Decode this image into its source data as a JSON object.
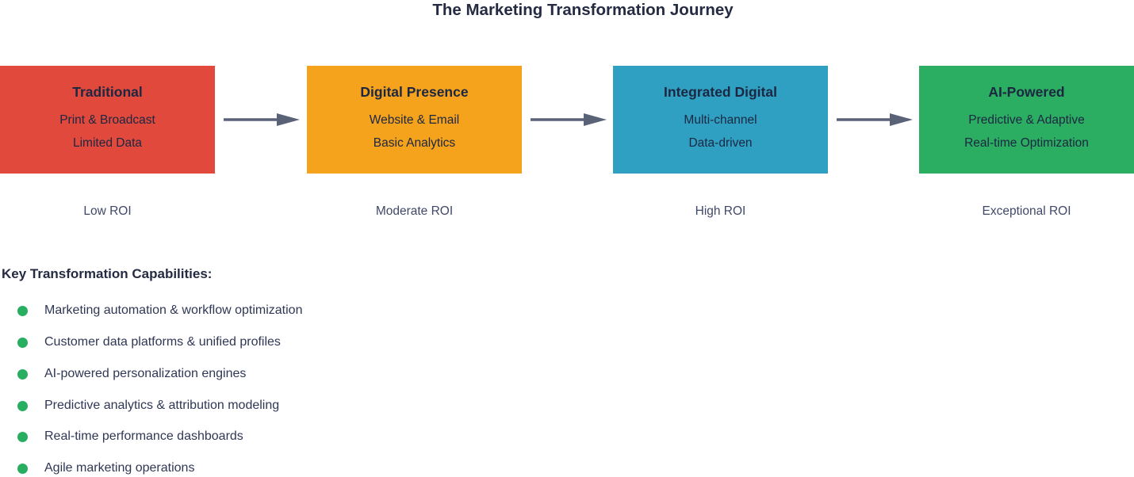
{
  "title": "The Marketing Transformation Journey",
  "stages": [
    {
      "name": "Traditional",
      "features": [
        "Print & Broadcast",
        "Limited Data"
      ],
      "roi": "Low ROI",
      "color": "#E0493C"
    },
    {
      "name": "Digital Presence",
      "features": [
        "Website & Email",
        "Basic Analytics"
      ],
      "roi": "Moderate ROI",
      "color": "#F5A21C"
    },
    {
      "name": "Integrated Digital",
      "features": [
        "Multi-channel",
        "Data-driven"
      ],
      "roi": "High ROI",
      "color": "#2FA0C2"
    },
    {
      "name": "AI-Powered",
      "features": [
        "Predictive & Adaptive",
        "Real-time Optimization"
      ],
      "roi": "Exceptional ROI",
      "color": "#2BAD62"
    }
  ],
  "arrow": {
    "color": "#5A6278"
  },
  "capabilities": {
    "heading": "Key Transformation Capabilities:",
    "bullet_color": "#27AE60",
    "items": [
      "Marketing automation & workflow optimization",
      "Customer data platforms & unified profiles",
      "AI-powered personalization engines",
      "Predictive analytics & attribution modeling",
      "Real-time performance dashboards",
      "Agile marketing operations"
    ]
  }
}
